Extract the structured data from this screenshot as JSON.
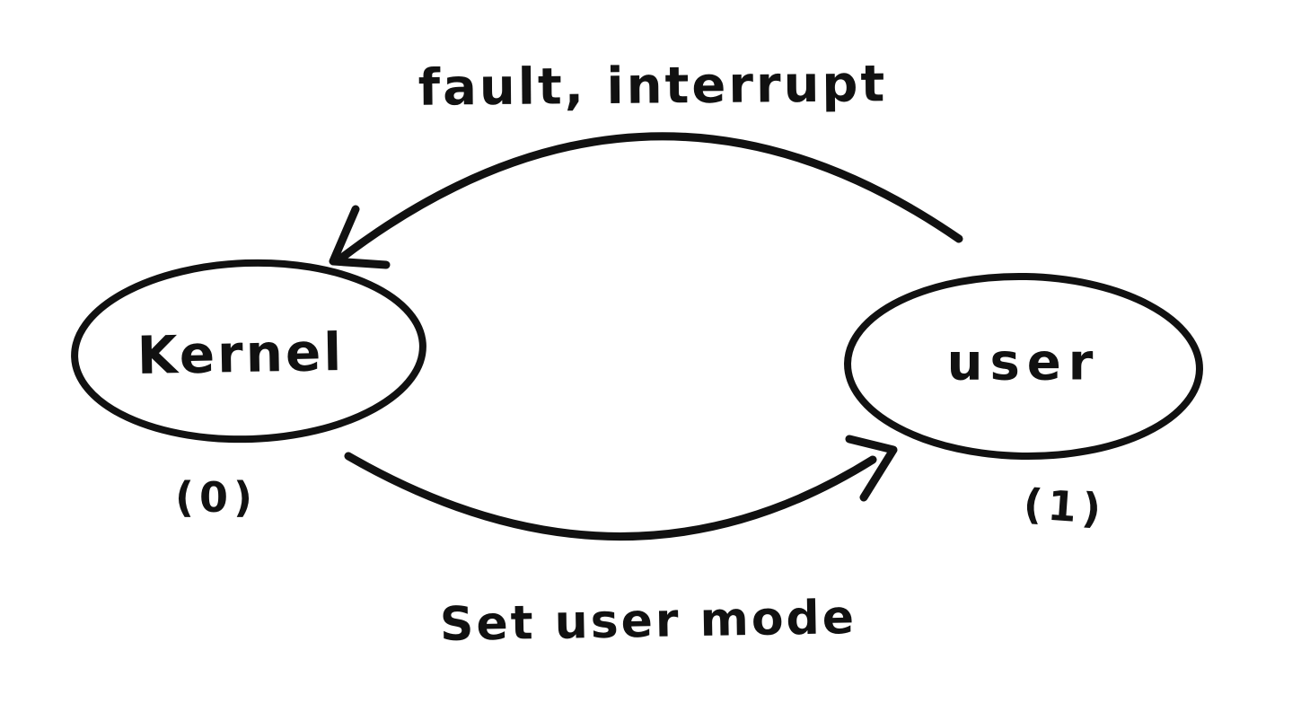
{
  "diagram": {
    "type": "state-transition",
    "background_color": "#ffffff",
    "ink_color": "#111111",
    "nodes": {
      "kernel": {
        "label": "Kernel",
        "mode_bit": "(0)"
      },
      "user": {
        "label": "user",
        "mode_bit": "(1)"
      }
    },
    "edges": {
      "top": {
        "label": "fault, interrupt",
        "from": "user",
        "to": "kernel",
        "style": "curved-arrow"
      },
      "bottom": {
        "label": "Set user mode",
        "from": "kernel",
        "to": "user",
        "style": "curved-arrow"
      }
    }
  }
}
